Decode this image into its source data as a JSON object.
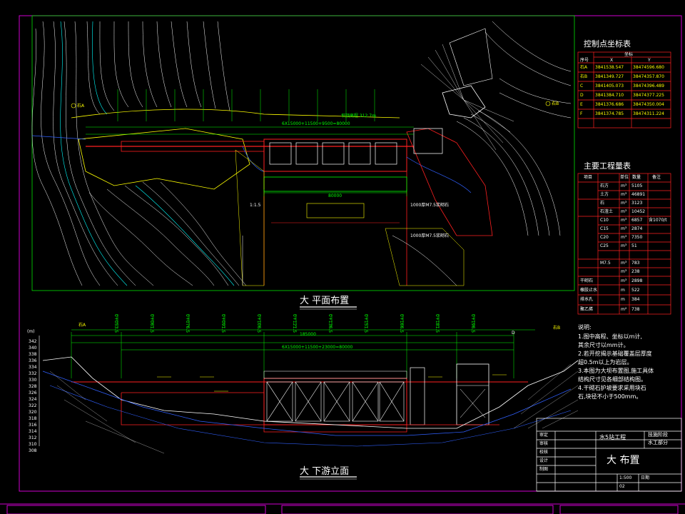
{
  "colors": {
    "background": "#000000",
    "frame": "#d000d0",
    "structure": "#ff2020",
    "contour": "#ffffff",
    "dimension": "#00ff00",
    "road": "#ffff00",
    "water": "#3060ff",
    "cyan": "#00ffff"
  },
  "views": {
    "plan_title": "大 平面布置",
    "elevation_title": "大 下游立面"
  },
  "control_table": {
    "title": "控制点坐标表",
    "headers": [
      "序号",
      "坐标",
      "X",
      "Y"
    ],
    "rows": [
      [
        "石A",
        "3841538.547",
        "38474596.680"
      ],
      [
        "右B",
        "3841349.727",
        "38474357.870"
      ],
      [
        "C",
        "3841405.073",
        "38474396.489"
      ],
      [
        "D",
        "3841384.710",
        "38474377.225"
      ],
      [
        "E",
        "3841376.686",
        "38474350.004"
      ],
      [
        "F",
        "3841374.785",
        "38474311.224"
      ]
    ]
  },
  "quantity_table": {
    "title": "主要工程量表",
    "headers": [
      "项目",
      "单位",
      "数量",
      "备注"
    ],
    "rows": [
      [
        "石方",
        "m³",
        "5105",
        ""
      ],
      [
        "土方",
        "m³",
        "46891",
        ""
      ],
      [
        "石",
        "m³",
        "3123",
        ""
      ],
      [
        "石渣土",
        "m³",
        "10452",
        ""
      ],
      [
        "C10",
        "m³",
        "6857",
        "含1070/t"
      ],
      [
        "C15",
        "m³",
        "2874",
        ""
      ],
      [
        "C20",
        "m³",
        "7350",
        ""
      ],
      [
        "C25",
        "m³",
        "51",
        ""
      ],
      [
        "M7.5",
        "m³",
        "783",
        ""
      ],
      [
        "",
        "m³",
        "238",
        ""
      ],
      [
        "干砌石",
        "m³",
        "2898",
        ""
      ],
      [
        "橡胶止水",
        "m",
        "522",
        ""
      ],
      [
        "排水孔",
        "m",
        "384",
        ""
      ],
      [
        "聚乙烯",
        "m²",
        "738",
        ""
      ]
    ]
  },
  "notes": {
    "heading": "说明:",
    "lines": [
      "1.图中高程、坐标以m计,",
      "  其余尺寸以mm计。",
      "2.若开挖揭示基础覆盖层厚度",
      "  超0.5m以上为岩层。",
      "3.本图为大坝布置图,施工具体",
      "  结构尺寸见各细部结构图。",
      "4.干砌石护坡要求采用块石",
      "  石,块径不小于500mm。"
    ]
  },
  "title_block": {
    "project": "水5站工程",
    "stage": "技施阶段",
    "part": "水工部分",
    "drawing_title": "大 布置",
    "scale": "1:500",
    "labels": [
      "审定",
      "审核",
      "校核",
      "设计",
      "制图"
    ],
    "date_label": "日期",
    "drawing_no": "02"
  },
  "plan_labels": [
    {
      "id": "A",
      "text": "石A"
    },
    {
      "id": "B",
      "text": "右B"
    },
    {
      "id": "length",
      "text": "80000"
    },
    {
      "id": "crest",
      "text": "坝顶高程 312.7m"
    },
    {
      "id": "riprap1",
      "text": "1000厚M7.5浆砌石"
    },
    {
      "id": "riprap2",
      "text": "1000厚M7.5浆砌石"
    },
    {
      "id": "dims",
      "text": "6X15000+11500+9500=80000"
    },
    {
      "id": "slope",
      "text": "1:1.5"
    }
  ],
  "elevation_labels": {
    "top_dim": "185000",
    "span_dim": "6X15000+11500+23000=80000",
    "unit": "(m)",
    "scale_ticks": [
      "342",
      "340",
      "338",
      "336",
      "334",
      "332",
      "330",
      "328",
      "326",
      "324",
      "322",
      "320",
      "318",
      "316",
      "314",
      "312",
      "310",
      "308"
    ],
    "markers": [
      "石A",
      "D",
      "右B"
    ]
  },
  "station_labels": [
    "0+053.5",
    "0+061.5",
    "0+076.5",
    "0+091.5",
    "0+106.5",
    "0+121.5",
    "0+136.5",
    "0+151.5",
    "0+166.5",
    "0+181.5",
    "0+196.5"
  ]
}
